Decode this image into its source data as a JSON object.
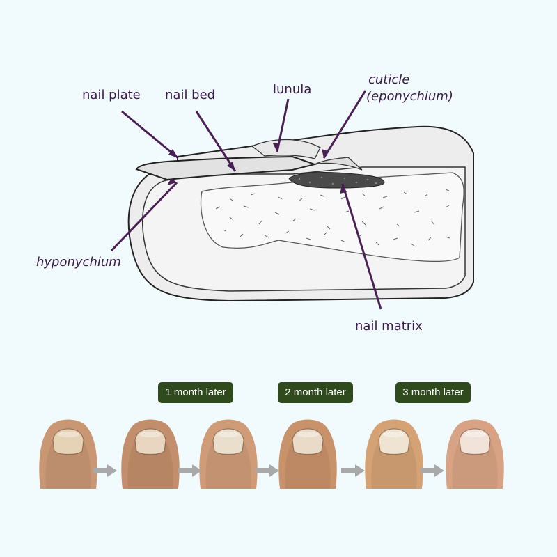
{
  "labels": {
    "nail_plate": "nail plate",
    "nail_bed": "nail bed",
    "lunula": "lunula",
    "cuticle": "cuticle",
    "eponychium": "(eponychium)",
    "hyponychium": "hyponychium",
    "nail_matrix": "nail matrix"
  },
  "timeline": {
    "badges": [
      "1 month later",
      "2 month later",
      "3 month later"
    ],
    "photo_count": 6
  },
  "colors": {
    "label_text": "#3a1a4a",
    "leader_line": "#4a1f55",
    "badge_bg": "#2f4a1c",
    "badge_text": "#ffffff",
    "arrow": "#a9a9a9",
    "background": "#f1fbfd"
  }
}
